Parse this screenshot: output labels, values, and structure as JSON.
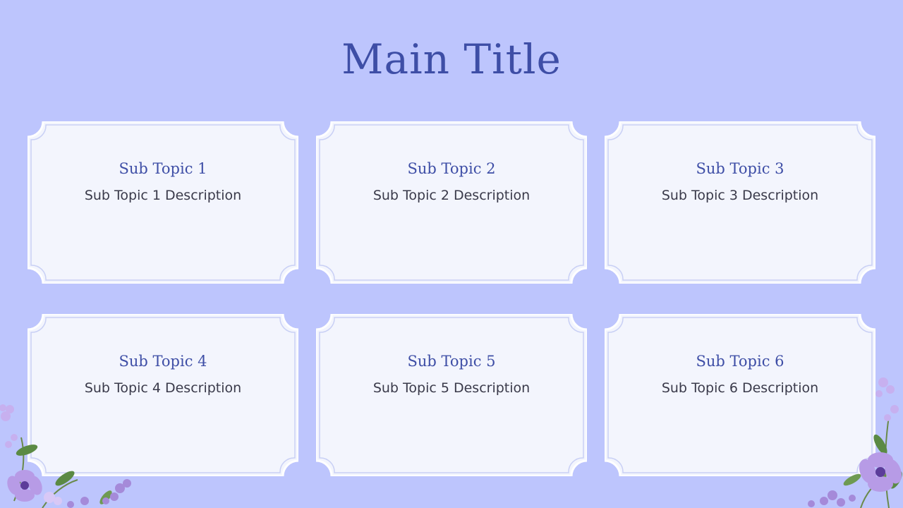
{
  "slide": {
    "title": "Main Title"
  },
  "cards": [
    {
      "heading": "Sub Topic 1",
      "description": "Sub Topic 1 Description"
    },
    {
      "heading": "Sub Topic 2",
      "description": "Sub Topic 2 Description"
    },
    {
      "heading": "Sub Topic 3",
      "description": "Sub Topic 3 Description"
    },
    {
      "heading": "Sub Topic 4",
      "description": "Sub Topic 4 Description"
    },
    {
      "heading": "Sub Topic 5",
      "description": "Sub Topic 5 Description"
    },
    {
      "heading": "Sub Topic 6",
      "description": "Sub Topic 6 Description"
    }
  ],
  "colors": {
    "background": "#bdc5fd",
    "card_fill": "#f3f5fd",
    "accent": "#3e4ea6"
  }
}
